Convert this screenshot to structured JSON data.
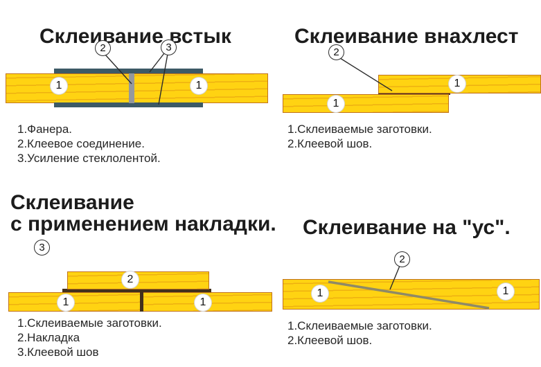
{
  "canvas": {
    "background": "#ffffff"
  },
  "colors": {
    "plank_fill": "#ffd312",
    "plank_border": "#c0721c",
    "wood_grain": "#e09410",
    "fiberglass_tape": "#3d5a66",
    "glue_joint_gray": "#95989d",
    "glue_seam_brown": "#42301c",
    "scarf_cut_line": "#8f8a66",
    "leader_line": "#2b2b2b",
    "text": "#1f1f1f"
  },
  "panels": {
    "butt": {
      "title": "Склеивание встык",
      "callouts": {
        "glue": "2",
        "tape": "3",
        "plank_left": "1",
        "plank_right": "1"
      },
      "legend": [
        "1.Фанера.",
        "2.Клеевое соединение.",
        "3.Усиление стеклолентой."
      ]
    },
    "overlap": {
      "title": "Склеивание внахлест",
      "callouts": {
        "glue": "2",
        "plank_top": "1",
        "plank_bottom": "1"
      },
      "legend": [
        "1.Склеиваемые заготовки.",
        "2.Клеевой шов."
      ]
    },
    "overlay": {
      "title_lines": [
        "Склеивание",
        "с применением накладки."
      ],
      "callouts": {
        "glue": "3",
        "pad": "2",
        "plank_left": "1",
        "plank_right": "1"
      },
      "legend": [
        "1.Склеиваемые заготовки.",
        "2.Накладка",
        "3.Клеевой шов"
      ]
    },
    "scarf": {
      "title": "Склеивание на \"ус\".",
      "callouts": {
        "glue": "2",
        "plank_left": "1",
        "plank_right": "1"
      },
      "legend": [
        "1.Склеиваемые заготовки.",
        "2.Клеевой шов."
      ]
    }
  }
}
